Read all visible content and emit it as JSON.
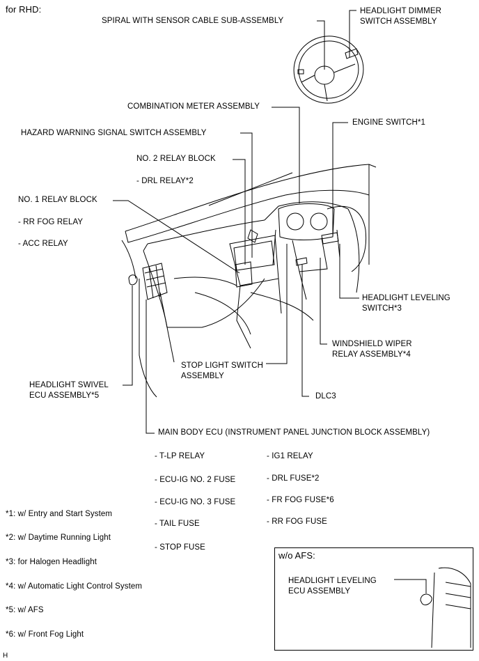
{
  "header": {
    "title": "for RHD:"
  },
  "components": {
    "spiral": "SPIRAL WITH SENSOR CABLE SUB-ASSEMBLY",
    "dimmer": "HEADLIGHT DIMMER\nSWITCH ASSEMBLY",
    "meter": "COMBINATION METER ASSEMBLY",
    "engine_switch": "ENGINE SWITCH*1",
    "hazard": "HAZARD WARNING SIGNAL SWITCH ASSEMBLY",
    "relay2_title": "NO. 2 RELAY BLOCK",
    "relay2_item": "- DRL RELAY*2",
    "relay1_title": "NO. 1 RELAY BLOCK",
    "relay1_items": [
      "- RR FOG RELAY",
      "- ACC RELAY"
    ],
    "leveling_switch": "HEADLIGHT LEVELING\nSWITCH*3",
    "wiper_relay": "WINDSHIELD WIPER\nRELAY ASSEMBLY*4",
    "stop_switch": "STOP LIGHT SWITCH\nASSEMBLY",
    "dlc3": "DLC3",
    "swivel_ecu": "HEADLIGHT SWIVEL\nECU ASSEMBLY*5",
    "main_body_ecu": "MAIN BODY ECU (INSTRUMENT PANEL JUNCTION BLOCK ASSEMBLY)",
    "ecu_items_left": [
      "- T-LP RELAY",
      "- ECU-IG NO. 2 FUSE",
      "- ECU-IG NO. 3 FUSE",
      "- TAIL FUSE",
      "- STOP FUSE"
    ],
    "ecu_items_right": [
      "- IG1 RELAY",
      "- DRL FUSE*2",
      "- FR FOG FUSE*6",
      "- RR FOG FUSE"
    ]
  },
  "notes": [
    "*1: w/ Entry and Start System",
    "*2: w/ Daytime Running Light",
    "*3: for Halogen Headlight",
    "*4: w/ Automatic Light Control System",
    "*5: w/ AFS",
    "*6: w/ Front Fog Light"
  ],
  "inset": {
    "title": "w/o AFS:",
    "label": "HEADLIGHT LEVELING\nECU ASSEMBLY"
  },
  "footer": {
    "mark": "H"
  }
}
